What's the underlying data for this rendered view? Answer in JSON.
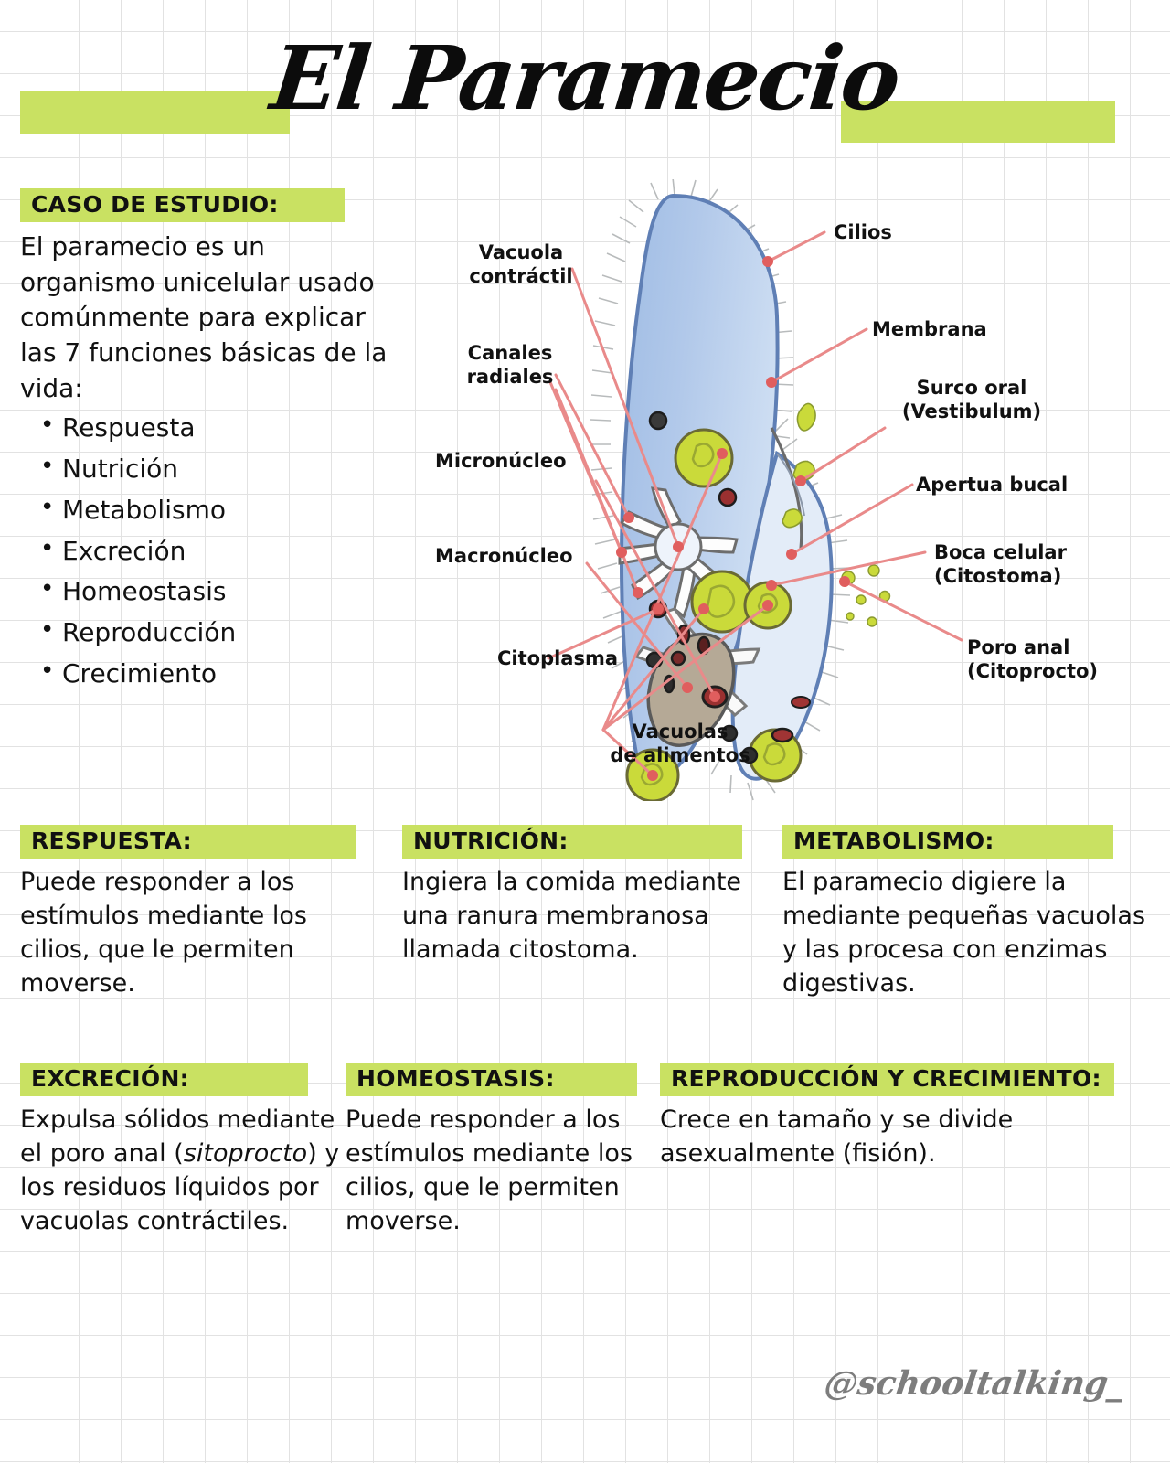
{
  "page": {
    "title": "El Paramecio",
    "watermark": "@schooltalking_",
    "accent_green": "#c9e162",
    "grid_line_color": "#e2e2e2",
    "text_color": "#111111"
  },
  "case_study": {
    "header": "CASO DE ESTUDIO:",
    "paragraph": "El paramecio es un organismo unicelular usado comúnmente para explicar las 7 funciones básicas de la vida:",
    "items": [
      "Respuesta",
      "Nutrición",
      "Metabolismo",
      "Excreción",
      "Homeostasis",
      "Reproducción",
      "Crecimiento"
    ]
  },
  "diagram": {
    "name": "paramecium-anatomy-diagram",
    "colors": {
      "cell_body": "#aac4e8",
      "cell_outline": "#5f7fb5",
      "cilia": "#b9bcbd",
      "food_vacuole": "#cada3a",
      "macronucleus": "#b5a996",
      "pointer_line": "#e98a8a"
    },
    "labels_left": [
      {
        "text_line1": "Vacuola",
        "text_line2": "contráctil"
      },
      {
        "text_line1": "Canales",
        "text_line2": "radiales"
      },
      {
        "text_line1": "Micronúcleo",
        "text_line2": ""
      },
      {
        "text_line1": "Macronúcleo",
        "text_line2": ""
      },
      {
        "text_line1": "Citoplasma",
        "text_line2": ""
      },
      {
        "text_line1": "Vacuolas",
        "text_line2": "de alimentos"
      }
    ],
    "labels_right": [
      {
        "text_line1": "Cilios",
        "text_line2": ""
      },
      {
        "text_line1": "Membrana",
        "text_line2": ""
      },
      {
        "text_line1": "Surco oral",
        "text_line2": "(Vestibulum)"
      },
      {
        "text_line1": "Apertua bucal",
        "text_line2": ""
      },
      {
        "text_line1": "Boca celular",
        "text_line2": "(Citostoma)"
      },
      {
        "text_line1": "Poro anal",
        "text_line2": "(Citoprocto)"
      }
    ]
  },
  "sections": {
    "respuesta": {
      "header": "RESPUESTA:",
      "text": "Puede responder a los estímulos mediante los cilios, que le permiten moverse."
    },
    "nutricion": {
      "header": "NUTRICIÓN:",
      "text": "Ingiera la comida mediante una ranura membranosa llamada citostoma."
    },
    "metabolismo": {
      "header": "METABOLISMO:",
      "text": "El paramecio digiere la mediante pequeñas vacuolas y las procesa con enzimas digestivas."
    },
    "excrecion": {
      "header": "EXCRECIÓN:",
      "text_before": "Expulsa sólidos mediante el poro anal (",
      "text_italic": "sitoprocto",
      "text_after": ") y los residuos líquidos por vacuolas contráctiles."
    },
    "homeostasis": {
      "header": "HOMEOSTASIS:",
      "text": "Puede responder a los estímulos mediante los cilios, que le permiten moverse."
    },
    "reproduccion": {
      "header": "REPRODUCCIÓN Y CRECIMIENTO:",
      "text": "Crece en tamaño y se divide asexualmente (fisión)."
    }
  }
}
